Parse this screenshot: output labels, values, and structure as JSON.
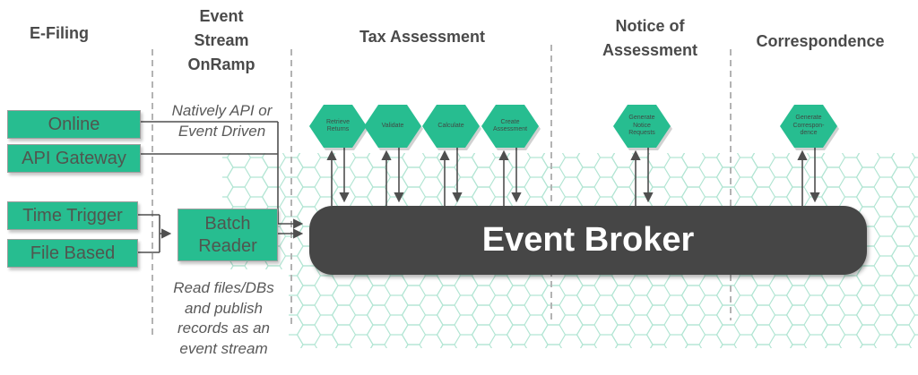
{
  "columns": [
    {
      "name": "efiling",
      "label": "E-Filing"
    },
    {
      "name": "onramp",
      "label": "Event\nStream\nOnRamp"
    },
    {
      "name": "tax-assessment",
      "label": "Tax Assessment"
    },
    {
      "name": "notice",
      "label": "Notice of\nAssessment"
    },
    {
      "name": "correspondence",
      "label": "Correspondence"
    }
  ],
  "nodes": {
    "online": "Online",
    "api_gateway": "API Gateway",
    "time_trigger": "Time Trigger",
    "file_based": "File Based",
    "batch_reader": "Batch\nReader"
  },
  "annotations": {
    "natively": "Natively API or\nEvent Driven",
    "read_files": "Read files/DBs\nand publish\nrecords as an\nevent stream"
  },
  "hexagons": [
    {
      "name": "retrieve-returns",
      "label": "Retrieve\nReturns"
    },
    {
      "name": "validate",
      "label": "Validate"
    },
    {
      "name": "calculate",
      "label": "Calculate"
    },
    {
      "name": "create-assessment",
      "label": "Create\nAssessment"
    },
    {
      "name": "generate-notice-requests",
      "label": "Generate\nNotice\nRequests"
    },
    {
      "name": "generate-correspondence",
      "label": "Generate\nCorrespon-\ndence"
    }
  ],
  "broker": {
    "label": "Event Broker"
  },
  "colors": {
    "green": "#27bd90",
    "broker_dark": "#464646",
    "wire": "#4f4f4f",
    "divider": "#b3b3b3",
    "honeycomb": "#b2e5d3",
    "heading_text": "#4a4a4a",
    "broker_text": "#ffffff"
  }
}
